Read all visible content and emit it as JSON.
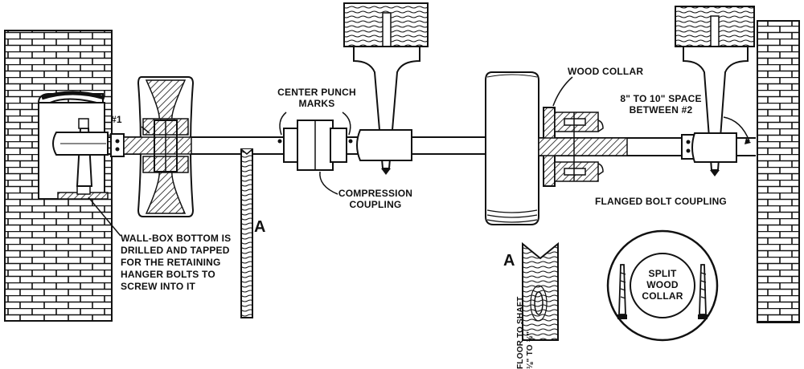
{
  "labels": {
    "number_one": "#1",
    "center_punch_line1": "CENTER PUNCH",
    "center_punch_line2": "MARKS",
    "compression_line1": "COMPRESSION",
    "compression_line2": "COUPLING",
    "wood_collar": "WOOD COLLAR",
    "space_line1": "8\" TO 10\" SPACE",
    "space_line2": "BETWEEN #2",
    "flanged": "FLANGED BOLT COUPLING",
    "a_upright": "A",
    "a_detail": "A",
    "wallbox_line1": "WALL-BOX BOTTOM IS",
    "wallbox_line2": "DRILLED AND TAPPED",
    "wallbox_line3": "FOR THE RETAINING",
    "wallbox_line4": "HANGER BOLTS TO",
    "wallbox_line5": "SCREW INTO IT",
    "floor_line1": "FLOOR TO SHAFT",
    "floor_line2": "⅛\" TO ½\"",
    "split_line1": "SPLIT",
    "split_line2": "WOOD",
    "split_line3": "COLLAR"
  },
  "colors": {
    "ink": "#111111",
    "paper": "#ffffff"
  }
}
